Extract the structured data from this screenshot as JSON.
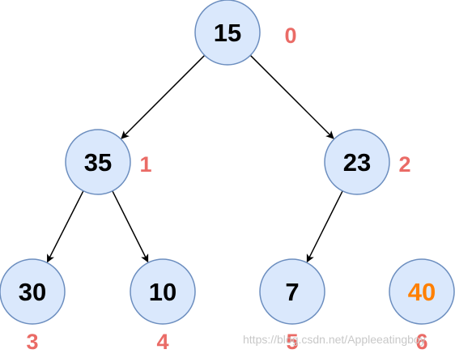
{
  "tree": {
    "nodes": [
      {
        "id": "n0",
        "value": "15",
        "index": "0"
      },
      {
        "id": "n1",
        "value": "35",
        "index": "1"
      },
      {
        "id": "n2",
        "value": "23",
        "index": "2"
      },
      {
        "id": "n3",
        "value": "30",
        "index": "3"
      },
      {
        "id": "n4",
        "value": "10",
        "index": "4"
      },
      {
        "id": "n5",
        "value": "7",
        "index": "5"
      },
      {
        "id": "n6",
        "value": "40",
        "index": "6",
        "highlight": true
      }
    ],
    "edges": [
      {
        "from": "n0",
        "to": "n1"
      },
      {
        "from": "n0",
        "to": "n2"
      },
      {
        "from": "n1",
        "to": "n3"
      },
      {
        "from": "n1",
        "to": "n4"
      },
      {
        "from": "n2",
        "to": "n5"
      }
    ]
  },
  "colors": {
    "node_fill": "#dae8fc",
    "node_stroke": "#6c8ebf",
    "value_text": "#000000",
    "highlight_text": "#ff8000",
    "index_text": "#ea6b66",
    "edge": "#000000"
  },
  "watermark": "https://blog.csdn.net/Appleeatingboy"
}
